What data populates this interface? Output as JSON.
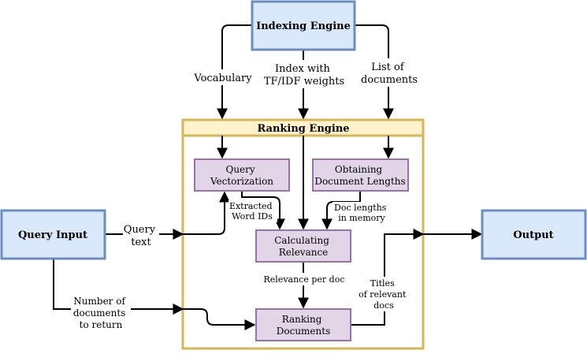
{
  "diagram": {
    "nodes": {
      "indexing_engine": {
        "label": "Indexing Engine"
      },
      "ranking_engine": {
        "label": "Ranking Engine"
      },
      "query_input": {
        "label": "Query Input"
      },
      "output": {
        "label": "Output"
      },
      "query_vectorization": {
        "lines": [
          "Query",
          "Vectorization"
        ]
      },
      "obtaining_doc_lengths": {
        "lines": [
          "Obtaining",
          "Document Lengths"
        ]
      },
      "calculating_relevance": {
        "lines": [
          "Calculating",
          "Relevance"
        ]
      },
      "ranking_documents": {
        "lines": [
          "Ranking",
          "Documents"
        ]
      }
    },
    "edge_labels": {
      "vocabulary": {
        "lines": [
          "Vocabulary"
        ]
      },
      "index_tfidf": {
        "lines": [
          "Index with",
          "TF/IDF weights"
        ]
      },
      "list_of_documents": {
        "lines": [
          "List of",
          "documents"
        ]
      },
      "query_text": {
        "lines": [
          "Query",
          "text"
        ]
      },
      "extracted_word_ids": {
        "lines": [
          "Extracted",
          "Word IDs"
        ]
      },
      "doc_lengths_in_memory": {
        "lines": [
          "Doc lengths",
          "in memory"
        ]
      },
      "relevance_per_doc": {
        "lines": [
          "Relevance per doc"
        ]
      },
      "number_of_documents": {
        "lines": [
          "Number of",
          "documents",
          "to return"
        ]
      },
      "titles_of_relevant_docs": {
        "lines": [
          "Titles",
          "of relevant",
          "docs"
        ]
      }
    },
    "colors": {
      "blue_fill": "#dae8fc",
      "blue_stroke": "#6c8ebf",
      "yellow_fill": "#fff2cc",
      "yellow_stroke": "#d6b656",
      "purple_fill": "#e1d5e7",
      "purple_stroke": "#9673a6",
      "edge": "#000000"
    }
  }
}
